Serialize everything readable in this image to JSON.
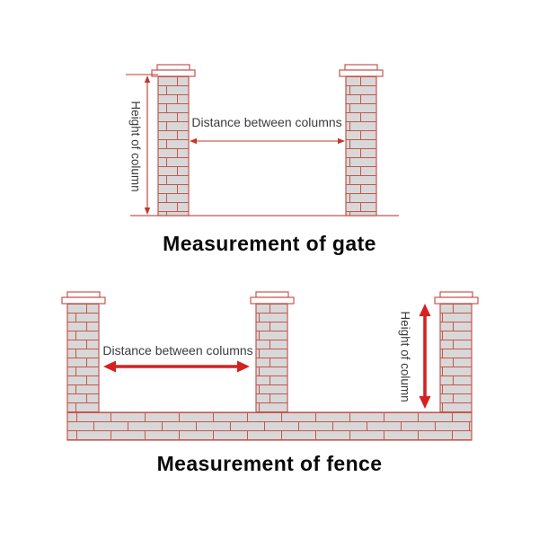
{
  "colors": {
    "mortar": "#c4564f",
    "brick": "#d8d8d8",
    "cap": "#ffffff",
    "thin_arrow": "#c0392b",
    "thick_arrow": "#d42222",
    "label_text": "#3b3b3b",
    "title_text": "#0a0a0a"
  },
  "gate_diagram": {
    "title": "Measurement of gate",
    "height_label": "Height of column",
    "distance_label": "Distance between columns"
  },
  "fence_diagram": {
    "title": "Measurement of fence",
    "height_label": "Height of column",
    "distance_label": "Distance between columns"
  }
}
